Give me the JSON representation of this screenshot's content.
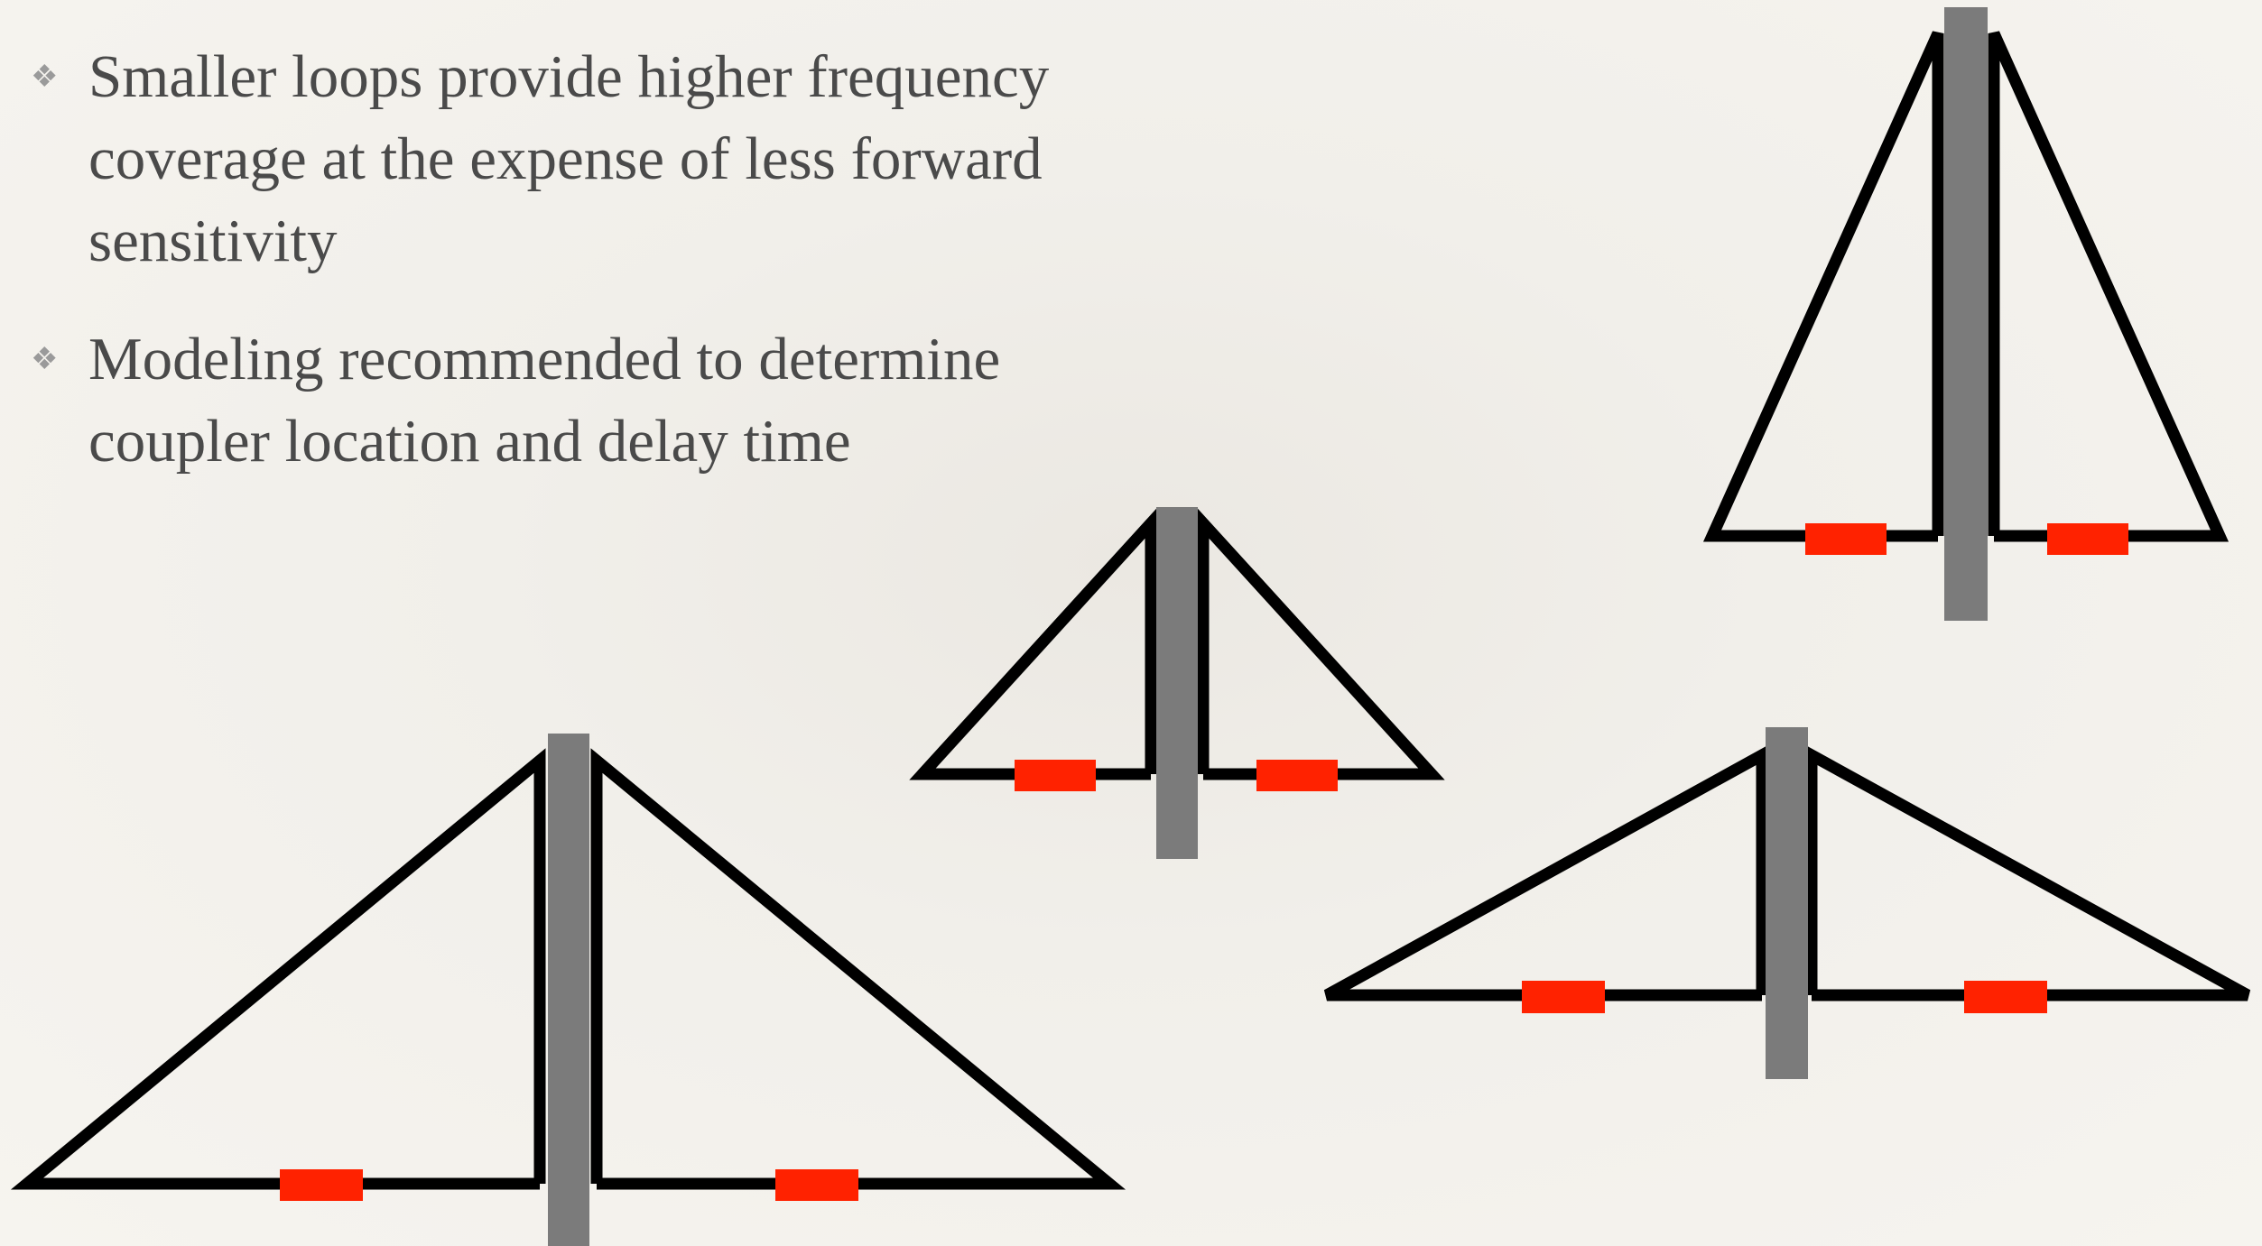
{
  "slide": {
    "bullets": [
      {
        "icon": "diamond-bullet-icon",
        "text": "Smaller loops provide higher frequency coverage at the expense of less forward sensitivity"
      },
      {
        "icon": "diamond-bullet-icon",
        "text": "Modeling recommended to determine coupler location and delay time"
      }
    ]
  },
  "diagram": {
    "description_items": [
      "tall-narrow-loop-pair",
      "small-loop-pair",
      "large-loop-pair",
      "wide-flat-loop-pair"
    ],
    "colors": {
      "loop_wire": "#000000",
      "mast": "#7b7b7b",
      "coupler": "#ff2200"
    }
  }
}
